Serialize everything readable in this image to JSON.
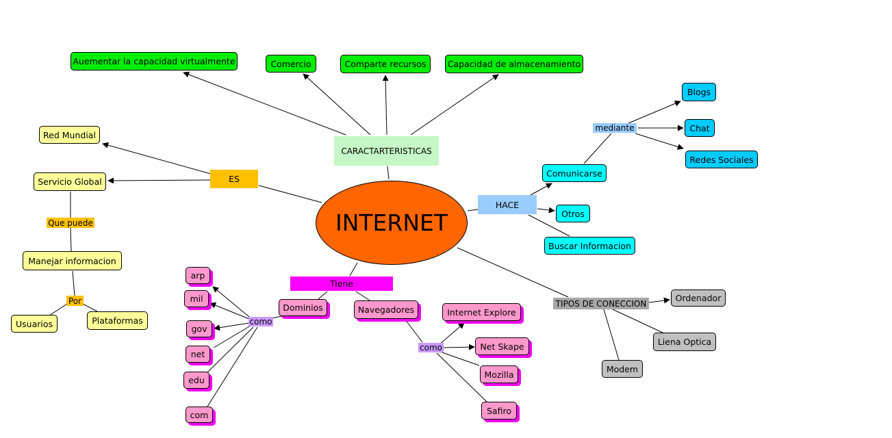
{
  "center": "INTERNET",
  "labels": {
    "caracteristicas": "CARACTARTERISTICAS",
    "es": "ES",
    "hace": "HACE",
    "tiene": "Tiene",
    "tipos": "TIPOS DE CONECCION",
    "mediante": "mediante",
    "que_puede": "Que puede",
    "por": "Por",
    "como_dominios": "como",
    "como_navegadores": "como"
  },
  "caracteristicas": [
    "Auementar la capacidad virtualmente",
    "Comercio",
    "Comparte recursos",
    "Capacidad de almacenamiento"
  ],
  "es": [
    "Red Mundial",
    "Servicio Global"
  ],
  "servicio": {
    "manejar": "Manejar informacion",
    "usuarios": "Usuarios",
    "plataformas": "Plataformas"
  },
  "hace": {
    "comunicarse": "Comunicarse",
    "otros": "Otros",
    "buscar": "Buscar Informacion"
  },
  "mediante": [
    "Blogs",
    "Chat",
    "Redes Sociales"
  ],
  "tiene": [
    "Dominios",
    "Navegadores"
  ],
  "dominios": [
    "arp",
    "mil",
    "gov",
    "net",
    "edu",
    "com"
  ],
  "navegadores": [
    "Internet Explore",
    "Net Skape",
    "Mozilla",
    "Safiro"
  ],
  "tipos": [
    "Ordenador",
    "Liena Optica",
    "Modem"
  ],
  "colors": {
    "center": "#ff6600",
    "caracteristicas_nodes": "#00ee00",
    "caracteristicas_label": "#c6f7c6",
    "es_label": "#ffc000",
    "es_nodes": "#ffff99",
    "hace_label": "#99ccff",
    "hace_nodes": "#00ffff",
    "mediante_nodes": "#00ccff",
    "tiene_label": "#ff00ff",
    "tiene_nodes": "#ff99cc",
    "como_label": "#cc99ff",
    "tipos_label": "#a6a6a6",
    "tipos_nodes": "#c0c0c0"
  }
}
